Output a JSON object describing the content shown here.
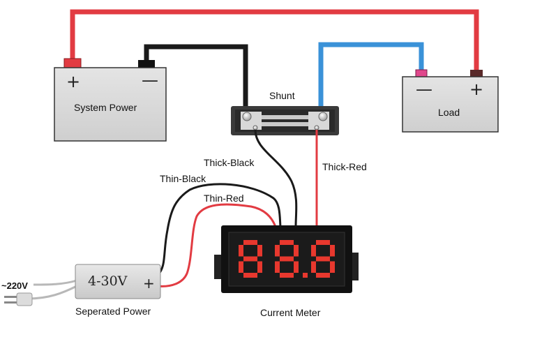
{
  "battery_system": {
    "label": "System Power",
    "plus": "+",
    "minus": "—"
  },
  "battery_load": {
    "label": "Load",
    "plus": "+",
    "minus": "—"
  },
  "shunt": {
    "label": "Shunt"
  },
  "wires": {
    "thick_black": "Thick-Black",
    "thick_red": "Thick-Red",
    "thin_black": "Thin-Black",
    "thin_red": "Thin-Red"
  },
  "meter": {
    "label": "Current Meter",
    "display": "88.8"
  },
  "power_supply": {
    "label": "Seperated Power",
    "voltage": "4-30V",
    "plus": "+",
    "input": "~220V"
  },
  "colors": {
    "wire_red": "#e23b42",
    "wire_black": "#1a1a1a",
    "wire_blue": "#3a92d8",
    "segment_red": "#e8382e"
  }
}
